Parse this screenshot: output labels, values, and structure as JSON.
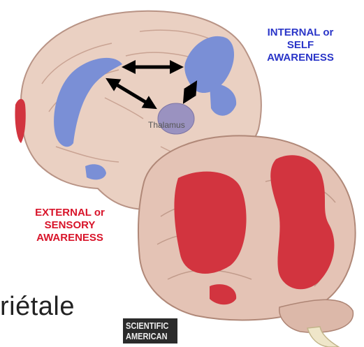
{
  "labels": {
    "internal": [
      "INTERNAL or",
      "SELF",
      "AWARENESS"
    ],
    "external": [
      "EXTERNAL or",
      "SENSORY",
      "AWARENESS"
    ],
    "thalamus": "Thalamus",
    "fragment": "riétale"
  },
  "logo": [
    "SCIENTIFIC",
    "AMERICAN"
  ],
  "colors": {
    "internal_region": "#7a8fd6",
    "external_region": "#d2343f",
    "brain": "#e8c9bb",
    "thalamus": "#9a92c0"
  }
}
